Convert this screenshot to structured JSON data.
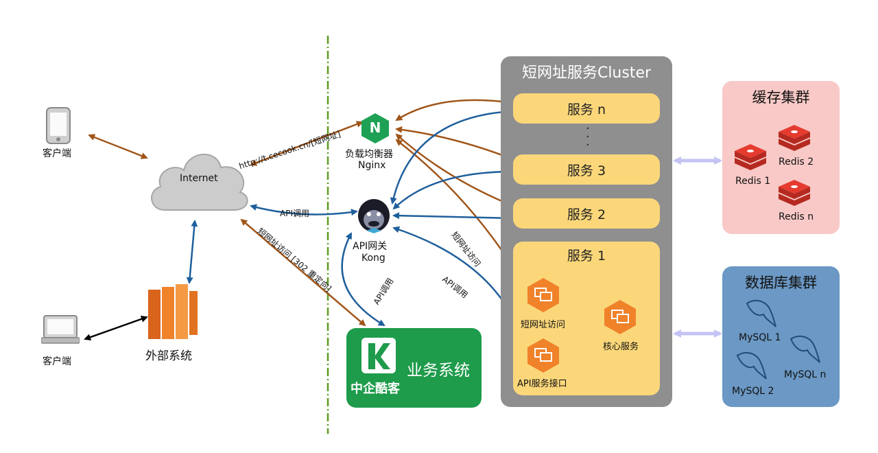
{
  "clients": {
    "mobile_label": "客户端",
    "desktop_label": "客户端"
  },
  "internet": {
    "label": "Internet"
  },
  "external": {
    "label": "外部系统"
  },
  "nginx": {
    "line1": "负载均衡器",
    "line2": "Nginx",
    "letter": "N"
  },
  "kong": {
    "line1": "API网关",
    "line2": "Kong"
  },
  "links": {
    "url_link": "http://t.cecook.cn/[短网址]",
    "api_call_internet": "API调用",
    "short_access_redirect": "短网址访问 [302 重定向]",
    "api_call_biz": "API调用",
    "api_call_service": "API调用",
    "short_access": "短网址访问"
  },
  "cluster": {
    "title": "短网址服务Cluster",
    "services": [
      "服务 n",
      "服务 3",
      "服务 2"
    ],
    "service1": {
      "title": "服务 1",
      "components": [
        "短网址访问",
        "核心服务",
        "API服务接口"
      ]
    },
    "ellipsis": "·\n·\n·"
  },
  "cache": {
    "title": "缓存集群",
    "nodes": [
      "Redis 1",
      "Redis 2",
      "Redis n"
    ]
  },
  "database": {
    "title": "数据库集群",
    "nodes": [
      "MySQL 1",
      "MySQL 2",
      "MySQL n"
    ]
  },
  "business": {
    "brand": "中企酷客",
    "label": "业务系统",
    "logo_letter": "K"
  },
  "colors": {
    "brown": "#a0561a",
    "blue": "#1f5f9c",
    "green": "#44e244",
    "lavender": "#c4c3f4",
    "orange": "#f0822a",
    "cluster_gray": "#8f8f8f",
    "service_yellow": "#fbd77a",
    "cache_pink": "#f8c9c7",
    "db_blue": "#6b98c4",
    "biz_green": "#1e9b4b",
    "divider": "#5a9a1e"
  }
}
